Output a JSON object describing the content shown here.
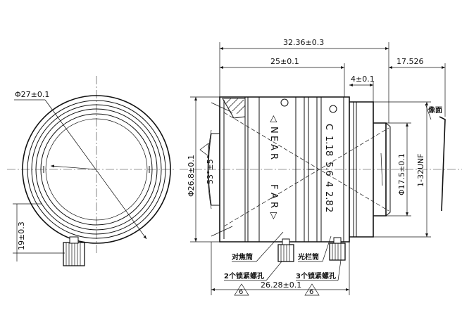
{
  "dimensions": {
    "overall_length": "32.36±0.3",
    "body_length": "25±0.1",
    "flange_to_image": "17.526",
    "mount_step": "4±0.1",
    "front_diameter": "Φ27±0.1",
    "body_diameter": "Φ26.8±0.1",
    "mount_diameter": "Φ17.5±0.1",
    "thread": "1-32UNF",
    "view_angle": "53°±5°",
    "screw_offset": "19±0.3",
    "ring_span": "26.28±0.1"
  },
  "labels": {
    "image_plane": "像面",
    "focus_ring": "对焦筒",
    "iris_ring": "光栏筒",
    "focus_screws": "2个锁紧螺孔",
    "iris_screws": "3个锁紧螺孔",
    "note_mark": "6"
  },
  "markings": {
    "near_far": [
      "◁",
      "N",
      "E",
      "A",
      "R",
      "F",
      "A",
      "R",
      "▷"
    ],
    "f_stops": [
      "C",
      "1.1",
      "8",
      "5.6",
      "4",
      "2.8",
      "2"
    ]
  }
}
